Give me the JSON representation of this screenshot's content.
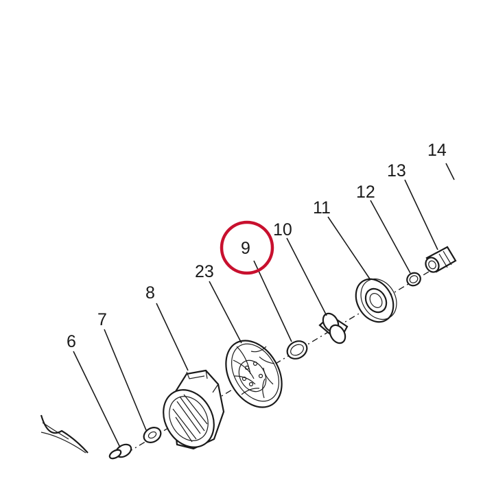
{
  "labels": {
    "p6": "6",
    "p7": "7",
    "p8": "8",
    "p23": "23",
    "p9": "9",
    "p10": "10",
    "p11": "11",
    "p12": "12",
    "p13": "13",
    "p14": "14"
  },
  "highlight": {
    "part": "9",
    "color": "#c8102e"
  },
  "colors": {
    "line": "#1a1a1a",
    "background": "#ffffff"
  }
}
